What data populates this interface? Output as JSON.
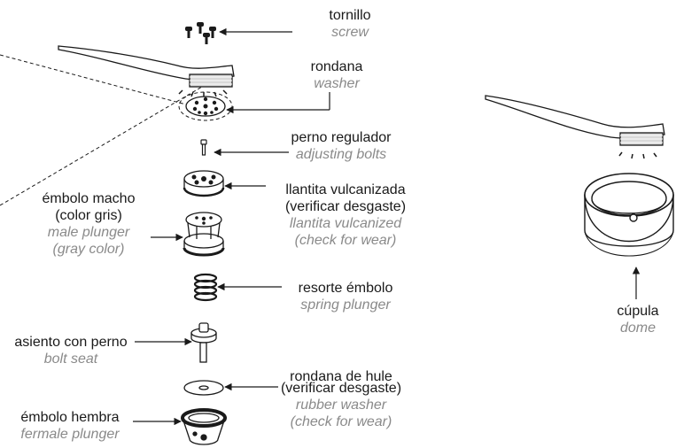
{
  "labels": {
    "screw": {
      "es": "tornillo",
      "en": "screw"
    },
    "washer": {
      "es": "rondana",
      "en": "washer"
    },
    "adjusting": {
      "es": "perno regulador",
      "en": "adjusting bolts"
    },
    "vulcanized": {
      "es": [
        "llantita vulcanizada",
        "(verificar desgaste)"
      ],
      "en": [
        "llantita vulcanized",
        "(check for wear)"
      ]
    },
    "male": {
      "es": [
        "émbolo macho",
        "(color gris)"
      ],
      "en": [
        "male plunger",
        "(gray color)"
      ]
    },
    "spring": {
      "es": "resorte émbolo",
      "en": "spring plunger"
    },
    "bolt_seat": {
      "es": "asiento con perno",
      "en": "bolt seat"
    },
    "rubber": {
      "es": [
        "rondana de hule",
        "(verificar desgaste)"
      ],
      "en": [
        "rubber washer",
        "(check for wear)"
      ]
    },
    "female": {
      "es": "émbolo hembra",
      "en": "fermale plunger"
    },
    "dome": {
      "es": "cúpula",
      "en": "dome"
    }
  },
  "colors": {
    "ink": "#1a1a1a",
    "english": "#8a8a8a",
    "brush_shade": "#d9d9d9"
  }
}
